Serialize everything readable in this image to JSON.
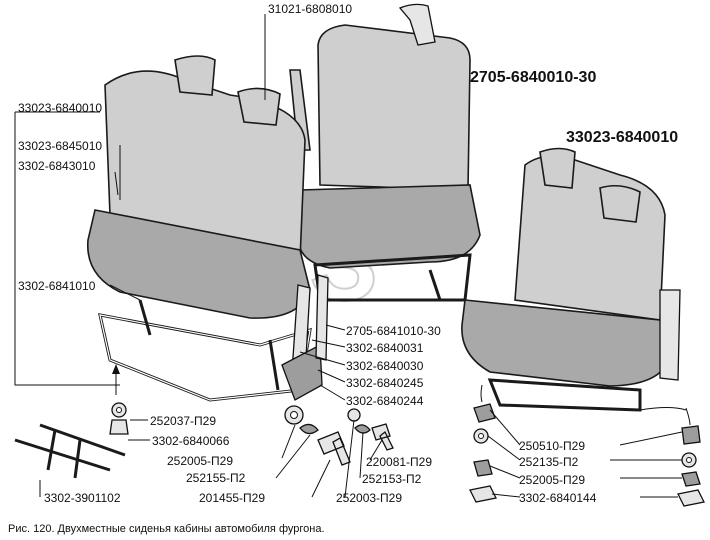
{
  "labels": {
    "headrest_seat": "31021-6808010",
    "rear_seat": "2705-6840010-30",
    "right_seat": "33023-6840010",
    "left_seat": "33023-6840010",
    "cushion": "33023-6845010",
    "back": "3302-6843010",
    "frame_left": "3302-6841010",
    "frame_rear": "2705-6841010-30",
    "l_6840031": "3302-6840031",
    "l_6840030": "3302-6840030",
    "l_6840245": "3302-6840245",
    "l_6840244": "3302-6840244",
    "l_252037": "252037-П29",
    "l_6840066": "3302-6840066",
    "l_252005_left": "252005-П29",
    "l_252155": "252155-П2",
    "l_201455": "201455-П29",
    "l_220081": "220081-П29",
    "l_252153": "252153-П2",
    "l_252003": "252003-П29",
    "l_3901102": "3302-3901102",
    "l_250510": "250510-П29",
    "l_252135": "252135-П2",
    "l_252005_right": "252005-П29",
    "l_6840144": "3302-6840144"
  },
  "caption": "Рис. 120. Двухместные сиденья кабины автомобиля фургона.",
  "colors": {
    "ink": "#111111",
    "upholstery": "#cfcfcf",
    "paper": "#ffffff"
  }
}
